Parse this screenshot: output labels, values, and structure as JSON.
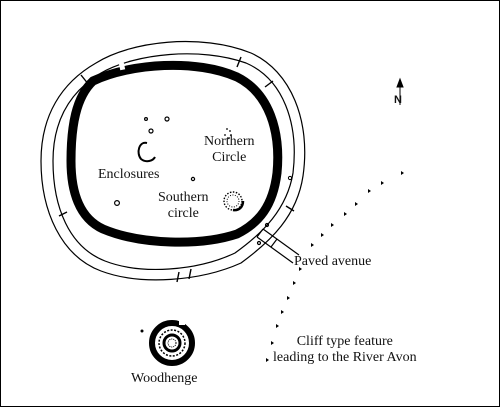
{
  "labels": {
    "north": "N",
    "enclosures": "Enclosures",
    "northern_circle": [
      "Northern",
      "Circle"
    ],
    "southern_circle": [
      "Southern",
      "circle"
    ],
    "paved_avenue": "Paved avenue",
    "cliff_feature": [
      "Cliff type feature",
      "leading to the River Avon"
    ],
    "woodhenge": "Woodhenge"
  }
}
